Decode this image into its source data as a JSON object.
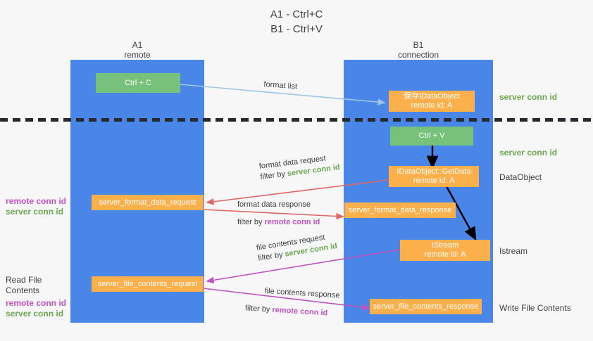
{
  "title": {
    "line1": "A1 - Ctrl+C",
    "line2": "B1 - Ctrl+V"
  },
  "columns": [
    {
      "name": "A1",
      "sub": "remote"
    },
    {
      "name": "B1",
      "sub": "connection"
    }
  ],
  "boxes": {
    "ctrl_c": {
      "line1": "Ctrl + C"
    },
    "save_idataobject": {
      "line1": "保存IDataObject",
      "line2": "remote id: A"
    },
    "ctrl_v": {
      "line1": "Ctrl + V"
    },
    "getdata": {
      "line1": "IDataObject::GetData",
      "line2": "remote id: A"
    },
    "server_format_data_request": {
      "line1": "server_format_data_request"
    },
    "server_format_data_response": {
      "line1": "server_format_data_response"
    },
    "istream": {
      "line1": "IStream",
      "line2": "remote id: A"
    },
    "server_file_contents_request": {
      "line1": "server_file_contents_request"
    },
    "server_file_contents_response": {
      "line1": "server_file_contents_response"
    }
  },
  "right_labels": {
    "server_conn_id_top": "server conn id",
    "server_conn_id_mid": "server conn id",
    "dataobject": "DataObject",
    "istream": "Istream",
    "write_file_contents": "Write File Contents"
  },
  "left_labels": {
    "conn_remote_1": "remote conn id",
    "conn_server_1": "server conn id",
    "read_file_contents": "Read File Contents",
    "conn_remote_2": "remote conn id",
    "conn_server_2": "server conn id"
  },
  "edges": {
    "format_list": {
      "text": "format list"
    },
    "format_data_request": {
      "text": "format data request",
      "filter_prefix": "filter by ",
      "filter_value": "server conn id"
    },
    "format_data_response": {
      "text": "format data response",
      "filter_prefix": "filter by ",
      "filter_value": "remote conn id"
    },
    "file_contents_request": {
      "text": "file contents request",
      "filter_prefix": "filter by ",
      "filter_value": "server conn id"
    },
    "file_contents_response": {
      "text": "file contents response",
      "filter_prefix": "filter by ",
      "filter_value": "remote conn id"
    }
  },
  "colors": {
    "lane_blue": "#4a86e8",
    "box_green": "#77c27a",
    "box_orange": "#fbb04b",
    "server_conn_green": "#6aa84f",
    "remote_conn_purple": "#c152c1",
    "arrow_light_blue": "#9fc5e8",
    "arrow_red": "#e06666",
    "arrow_magenta": "#c152c1",
    "arrow_black": "#000000",
    "background": "#f7f7f7"
  }
}
